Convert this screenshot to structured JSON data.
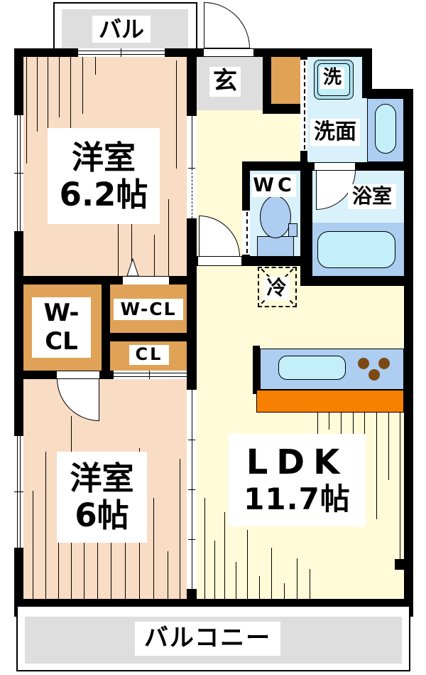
{
  "plan": {
    "balcony_top": {
      "label": "バル"
    },
    "balcony_bottom": {
      "label": "バルコニー"
    },
    "entrance": {
      "label": "玄"
    },
    "washing_machine": {
      "label": "洗"
    },
    "washroom": {
      "label": "洗面"
    },
    "wc": {
      "label": "WC"
    },
    "bathroom": {
      "label": "浴室"
    },
    "refrigerator": {
      "label": "冷"
    },
    "walk_in_closet_main": {
      "line1": "W-",
      "line2": "CL"
    },
    "walk_in_closet_small": {
      "label": "W-CL"
    },
    "closet": {
      "label": "CL"
    },
    "room1": {
      "name": "洋室",
      "size": "6.2帖"
    },
    "room2": {
      "name": "洋室",
      "size": "6帖"
    },
    "ldk": {
      "name": "LDK",
      "size": "11.7帖"
    }
  },
  "colors": {
    "wall": "#000000",
    "wood_floor": "#F9DCC4",
    "ldk_floor": "#FFFBD8",
    "wet_floor": "#D9F1FA",
    "fixture_blue": "#ADCDF1",
    "fixture_cyan": "#C2EFF9",
    "closet_orange": "#DFA257",
    "kitchen_orange": "#F88000",
    "balcony_gray": "#DEDEDE",
    "burner_brown": "#7B4A14"
  }
}
